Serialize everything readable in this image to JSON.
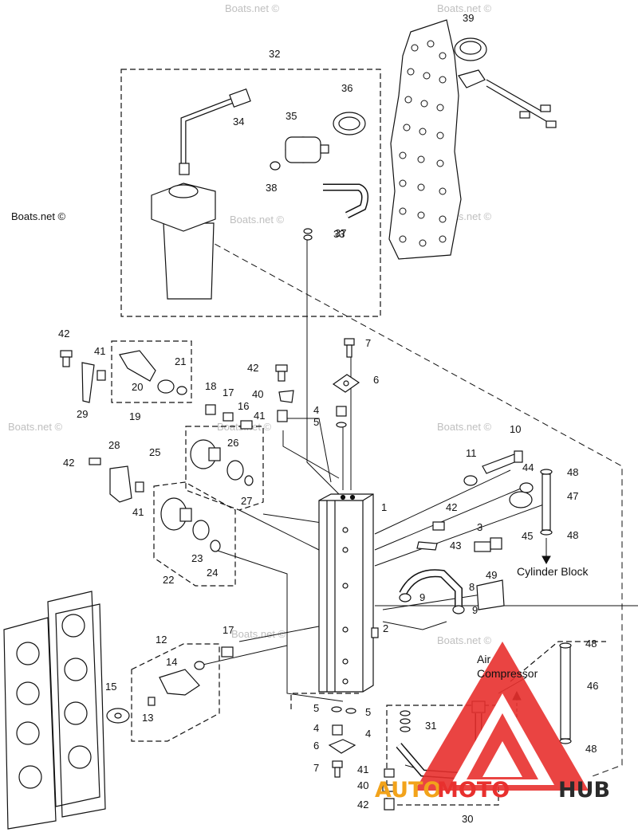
{
  "diagram": {
    "external_labels": {
      "cylinder_block": "Cylinder Block",
      "air_compressor_line1": "Air",
      "air_compressor_line2": "Compressor"
    },
    "watermarks": [
      "Boats.net ©"
    ],
    "logo": {
      "text_part1": "AUTO",
      "text_part2": "MOTO",
      "text_part3": "HUB",
      "color_red": "#e8302e",
      "color_orange": "#f2a31b",
      "color_dark": "#2b2b2b"
    },
    "callouts": [
      {
        "id": "c1",
        "label": "1"
      },
      {
        "id": "c2",
        "label": "2"
      },
      {
        "id": "c3",
        "label": "3"
      },
      {
        "id": "c4a",
        "label": "4"
      },
      {
        "id": "c4b",
        "label": "4"
      },
      {
        "id": "c4c",
        "label": "4"
      },
      {
        "id": "c5a",
        "label": "5"
      },
      {
        "id": "c5b",
        "label": "5"
      },
      {
        "id": "c5c",
        "label": "5"
      },
      {
        "id": "c6a",
        "label": "6"
      },
      {
        "id": "c6b",
        "label": "6"
      },
      {
        "id": "c7a",
        "label": "7"
      },
      {
        "id": "c7b",
        "label": "7"
      },
      {
        "id": "c8",
        "label": "8"
      },
      {
        "id": "c9a",
        "label": "9"
      },
      {
        "id": "c9b",
        "label": "9"
      },
      {
        "id": "c10",
        "label": "10"
      },
      {
        "id": "c11",
        "label": "11"
      },
      {
        "id": "c12",
        "label": "12"
      },
      {
        "id": "c13",
        "label": "13"
      },
      {
        "id": "c14",
        "label": "14"
      },
      {
        "id": "c15",
        "label": "15"
      },
      {
        "id": "c16",
        "label": "16"
      },
      {
        "id": "c17a",
        "label": "17"
      },
      {
        "id": "c17b",
        "label": "17"
      },
      {
        "id": "c18",
        "label": "18"
      },
      {
        "id": "c19",
        "label": "19"
      },
      {
        "id": "c20",
        "label": "20"
      },
      {
        "id": "c21",
        "label": "21"
      },
      {
        "id": "c22",
        "label": "22"
      },
      {
        "id": "c23",
        "label": "23"
      },
      {
        "id": "c24",
        "label": "24"
      },
      {
        "id": "c25",
        "label": "25"
      },
      {
        "id": "c26",
        "label": "26"
      },
      {
        "id": "c27",
        "label": "27"
      },
      {
        "id": "c28",
        "label": "28"
      },
      {
        "id": "c29",
        "label": "29"
      },
      {
        "id": "c30",
        "label": "30"
      },
      {
        "id": "c31",
        "label": "31"
      },
      {
        "id": "c32",
        "label": "32"
      },
      {
        "id": "c33",
        "label": "33"
      },
      {
        "id": "c34",
        "label": "34"
      },
      {
        "id": "c35",
        "label": "35"
      },
      {
        "id": "c36",
        "label": "36"
      },
      {
        "id": "c37",
        "label": "37"
      },
      {
        "id": "c38",
        "label": "38"
      },
      {
        "id": "c39",
        "label": "39"
      },
      {
        "id": "c40a",
        "label": "40"
      },
      {
        "id": "c40b",
        "label": "40"
      },
      {
        "id": "c41a",
        "label": "41"
      },
      {
        "id": "c41b",
        "label": "41"
      },
      {
        "id": "c41c",
        "label": "41"
      },
      {
        "id": "c41d",
        "label": "41"
      },
      {
        "id": "c42a",
        "label": "42"
      },
      {
        "id": "c42b",
        "label": "42"
      },
      {
        "id": "c42c",
        "label": "42"
      },
      {
        "id": "c42d",
        "label": "42"
      },
      {
        "id": "c42e",
        "label": "42"
      },
      {
        "id": "c43",
        "label": "43"
      },
      {
        "id": "c44",
        "label": "44"
      },
      {
        "id": "c45",
        "label": "45"
      },
      {
        "id": "c46",
        "label": "46"
      },
      {
        "id": "c47",
        "label": "47"
      },
      {
        "id": "c48a",
        "label": "48"
      },
      {
        "id": "c48b",
        "label": "48"
      },
      {
        "id": "c48c",
        "label": "48"
      },
      {
        "id": "c48d",
        "label": "48"
      },
      {
        "id": "c49",
        "label": "49"
      }
    ]
  }
}
